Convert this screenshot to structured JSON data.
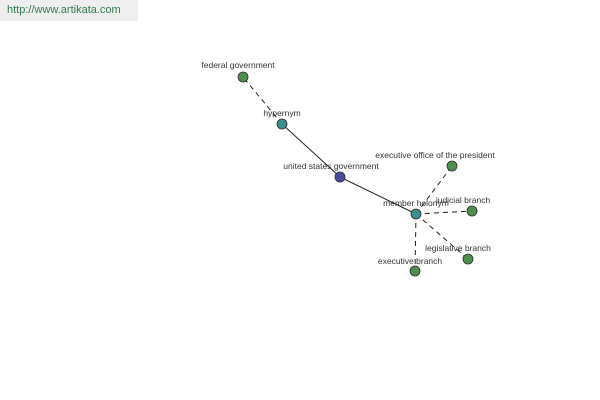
{
  "watermark": "http://www.artikata.com",
  "colors": {
    "center": "#4a4a9a",
    "relation": "#3d8f8f",
    "leaf": "#4f8f4f",
    "watermark_bg": "#eeeeee",
    "watermark_text": "#2e7d4f"
  },
  "graph": {
    "nodes": [
      {
        "id": "federal-government",
        "label": "federal government",
        "kind": "leaf"
      },
      {
        "id": "hypernym",
        "label": "hypernym",
        "kind": "relation"
      },
      {
        "id": "united-states-government",
        "label": "united states government",
        "kind": "center"
      },
      {
        "id": "member-holonym",
        "label": "member holonym",
        "kind": "relation"
      },
      {
        "id": "executive-office",
        "label": "executive office of the president",
        "kind": "leaf"
      },
      {
        "id": "judicial-branch",
        "label": "judicial branch",
        "kind": "leaf"
      },
      {
        "id": "legislative-branch",
        "label": "legislative branch",
        "kind": "leaf"
      },
      {
        "id": "executive-branch",
        "label": "executive branch",
        "kind": "leaf"
      }
    ],
    "edges": [
      {
        "from": "hypernym",
        "to": "federal-government",
        "style": "dashed"
      },
      {
        "from": "united-states-government",
        "to": "hypernym",
        "style": "solid"
      },
      {
        "from": "united-states-government",
        "to": "member-holonym",
        "style": "solid"
      },
      {
        "from": "member-holonym",
        "to": "executive-office",
        "style": "dashed"
      },
      {
        "from": "member-holonym",
        "to": "judicial-branch",
        "style": "dashed"
      },
      {
        "from": "member-holonym",
        "to": "legislative-branch",
        "style": "dashed"
      },
      {
        "from": "member-holonym",
        "to": "executive-branch",
        "style": "dashed"
      }
    ]
  }
}
